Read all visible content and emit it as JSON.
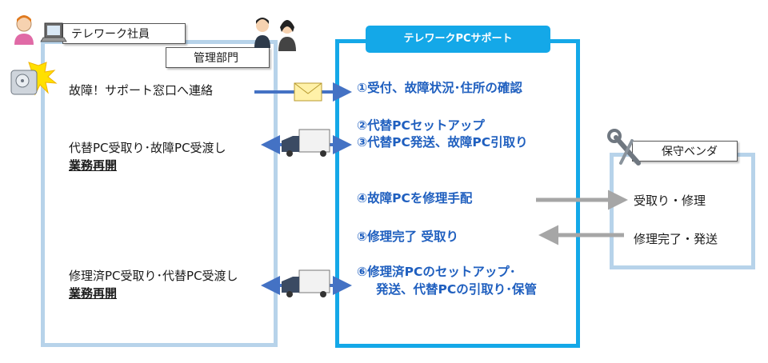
{
  "left": {
    "employee_label": "テレワーク社員",
    "dept_label": "管理部門",
    "report_text": "故障！サポート窓口へ連絡",
    "exchange1_line1": "代替PC受取り･故障PC受渡し",
    "exchange1_line2": "業務再開",
    "exchange2_line1": "修理済PC受取り･代替PC受渡し",
    "exchange2_line2": "業務再開"
  },
  "center": {
    "title": "テレワークPCサポート",
    "steps": [
      "①受付、故障状況･住所の確認",
      "②代替PCセットアップ",
      "③代替PC発送、故障PC引取り",
      "④故障PCを修理手配",
      "⑤修理完了 受取り",
      "⑥修理済PCのセットアップ･",
      "発送、代替PCの引取り･保管"
    ]
  },
  "right": {
    "vendor_label": "保守ベンダ",
    "receive_repair": "受取り・修理",
    "repair_ship": "修理完了・発送"
  },
  "colors": {
    "blue_arrow": "#4472c4",
    "gray_arrow": "#a6a6a6",
    "panel_light": "#b7d3ea",
    "panel_accent": "#14a8e8",
    "step_text": "#1f5fbf"
  },
  "icons": [
    "employee-icon",
    "laptop-icon",
    "broken-hdd-icon",
    "staff-icon",
    "mail-icon",
    "truck-icon",
    "wrench-icon"
  ]
}
